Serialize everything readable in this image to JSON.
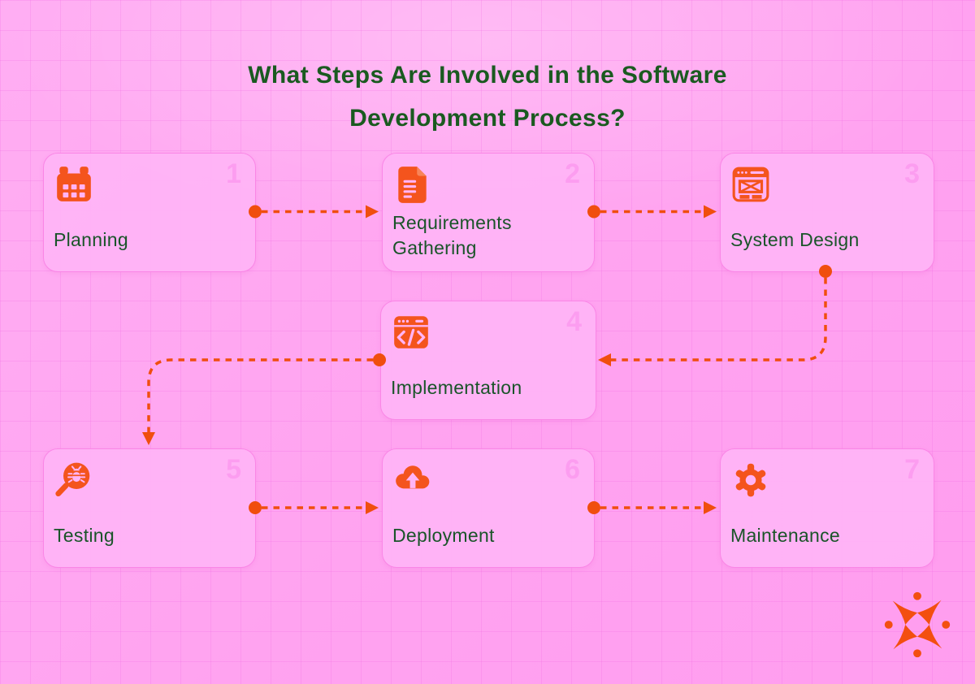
{
  "title": "What Steps Are Involved in the Software\nDevelopment Process?",
  "steps": [
    {
      "number": "1",
      "label": "Planning",
      "icon": "calendar-icon"
    },
    {
      "number": "2",
      "label": "Requirements Gathering",
      "icon": "document-icon"
    },
    {
      "number": "3",
      "label": "System Design",
      "icon": "browser-wireframe-icon"
    },
    {
      "number": "4",
      "label": "Implementation",
      "icon": "code-window-icon"
    },
    {
      "number": "5",
      "label": "Testing",
      "icon": "bug-search-icon"
    },
    {
      "number": "6",
      "label": "Deployment",
      "icon": "cloud-upload-icon"
    },
    {
      "number": "7",
      "label": "Maintenance",
      "icon": "gear-icon"
    }
  ],
  "connections": [
    {
      "from": "Planning",
      "to": "Requirements Gathering"
    },
    {
      "from": "Requirements Gathering",
      "to": "System Design"
    },
    {
      "from": "System Design",
      "to": "Implementation"
    },
    {
      "from": "Implementation",
      "to": "Testing"
    },
    {
      "from": "Testing",
      "to": "Deployment"
    },
    {
      "from": "Deployment",
      "to": "Maintenance"
    }
  ],
  "logo": {
    "name": "pinwheel-star-logo"
  },
  "colors": {
    "background": "#ffa5f0",
    "card_fill": "#ffb4f6",
    "card_border": "#fa86e6",
    "icon_orange": "#f4541d",
    "connector_orange": "#f04e0e",
    "title_green": "#1a5a20",
    "label_green": "#1a5429",
    "number_pink": "#fc9df0"
  }
}
